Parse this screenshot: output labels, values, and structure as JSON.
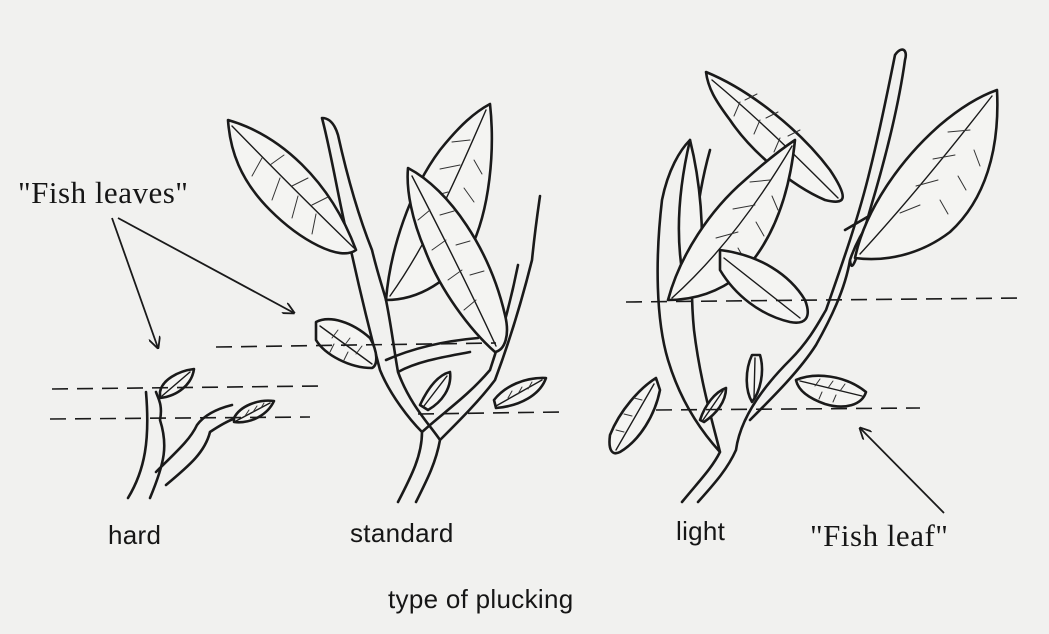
{
  "labels": {
    "fish_leaves": "\"Fish leaves\"",
    "fish_leaf": "\"Fish leaf\"",
    "hard": "hard",
    "standard": "standard",
    "light": "light",
    "caption": "type of plucking"
  }
}
